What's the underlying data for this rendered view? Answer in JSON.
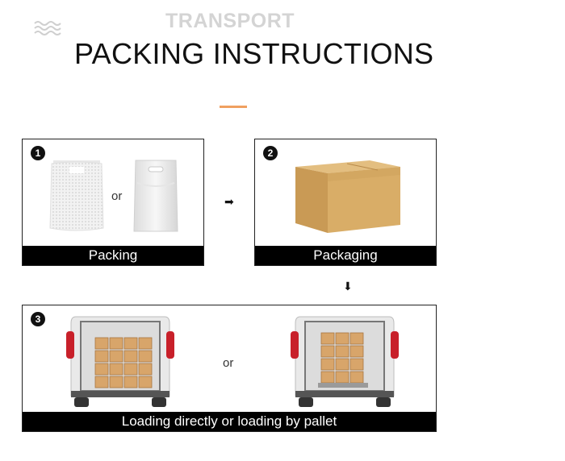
{
  "header": {
    "kicker": "TRANSPORT",
    "title": "PACKING INSTRUCTIONS"
  },
  "steps": [
    {
      "number": "1",
      "caption": "Packing",
      "connector": "or"
    },
    {
      "number": "2",
      "caption": "Packaging"
    },
    {
      "number": "3",
      "caption": "Loading directly or loading by pallet",
      "connector": "or"
    }
  ],
  "arrows": {
    "right": "➡",
    "down": "⬇"
  },
  "colors": {
    "accent_line": "#f0a060",
    "caption_bar": "#000000",
    "kicker": "#d4d4d4",
    "box": "#d6ad6a"
  },
  "icons": [
    "wave-icon",
    "mesh-bag-icon",
    "handle-bag-icon",
    "carton-box-icon",
    "van-rear-loaded-icon",
    "van-rear-pallet-icon"
  ]
}
